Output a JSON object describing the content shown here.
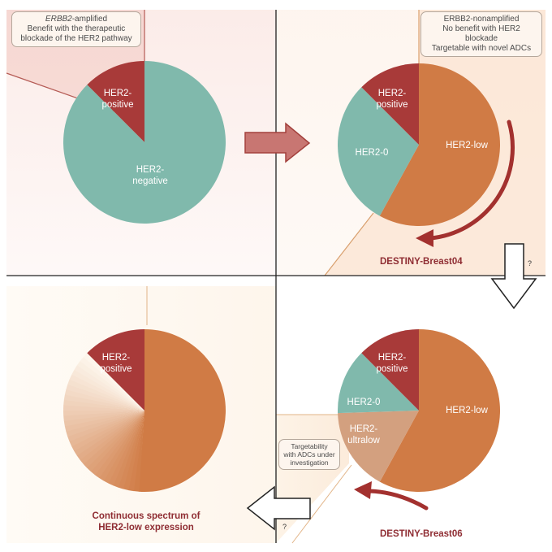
{
  "colors": {
    "her2_positive": "#a83a39",
    "her2_negative": "#80b9ac",
    "her2_low": "#d07b45",
    "her2_ultralow": "#d3a07f",
    "arrow_red": "#a3312f",
    "box_border": "#b5a79b"
  },
  "panel_top_left": {
    "note_italic": "ERBB2",
    "note_line1_suffix": "-amplified",
    "note_line2": "Benefit with the therapeutic",
    "note_line3": "blockade of the HER2 pathway",
    "pie": {
      "segments": [
        {
          "label_line1": "HER2-",
          "label_line2": "positive",
          "share": 0.125
        },
        {
          "label_line1": "HER2-",
          "label_line2": "negative",
          "share": 0.875
        }
      ]
    }
  },
  "panel_top_right": {
    "note_line1": "ERBB2-nonamplified",
    "note_line2": "No benefit with HER2 blockade",
    "note_line3": "Targetable with novel ADCs",
    "pie": {
      "segments": [
        {
          "label_line1": "HER2-",
          "label_line2": "positive",
          "share": 0.125
        },
        {
          "label": "HER2-low",
          "share": 0.58
        },
        {
          "label": "HER2-0",
          "share": 0.295
        }
      ]
    },
    "trial": "DESTINY-Breast04"
  },
  "panel_bottom_right": {
    "pie": {
      "segments": [
        {
          "label_line1": "HER2-",
          "label_line2": "positive",
          "share": 0.125
        },
        {
          "label": "HER2-low",
          "share": 0.58
        },
        {
          "label_line1": "HER2-",
          "label_line2": "ultralow",
          "share": 0.165
        },
        {
          "label": "HER2-0",
          "share": 0.13
        }
      ]
    },
    "note_line1": "Targetability",
    "note_line2": "with ADCs under",
    "note_line3": "investigation",
    "trial": "DESTINY-Breast06"
  },
  "panel_bottom_left": {
    "pie": {
      "segments": [
        {
          "label_line1": "HER2-",
          "label_line2": "positive",
          "share": 0.125
        },
        {
          "label": "",
          "share": 0.875
        }
      ]
    },
    "caption_line1": "Continuous spectrum of",
    "caption_line2": "HER2-low expression"
  },
  "question_marks": [
    "?",
    "?"
  ]
}
